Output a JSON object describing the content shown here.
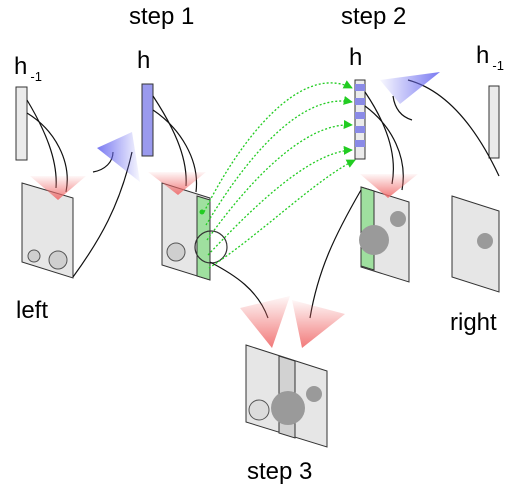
{
  "labels": {
    "step1": "step 1",
    "step2": "step 2",
    "step3": "step 3",
    "left": "left",
    "right": "right",
    "h_prev": "h",
    "h_prev_sub": "-1",
    "h_step1": "h",
    "h_step2": "h",
    "h_right": "h",
    "h_right_sub": "-1"
  },
  "colors": {
    "panel_fill": "#e6e6e6",
    "state_gray": "#ebebeb",
    "state_blue": "#9a9aee",
    "state_stripe": "#8a8ae6",
    "green_band": "#9fe09f",
    "green_arrow": "#22cc22",
    "red_arrow": "#f06a6a",
    "blue_arrow": "#6b6bf0",
    "blob_gray": "#9a9a9a"
  }
}
